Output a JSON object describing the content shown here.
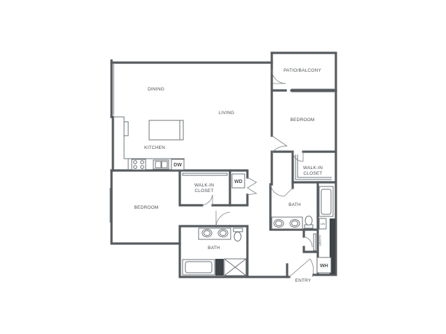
{
  "rooms": {
    "patio": "PATIO/BALCONY",
    "dining": "DINING",
    "living": "LIVING",
    "bedroom_right": "BEDROOM",
    "kitchen": "KITCHEN",
    "walkin_right_l1": "WALK-IN",
    "walkin_right_l2": "CLOSET",
    "walkin_center_l1": "WALK-IN",
    "walkin_center_l2": "CLOSET",
    "bedroom_left": "BEDROOM",
    "bath_right": "BATH",
    "bath_center": "BATH",
    "closet": "CLOSET",
    "entry": "ENTRY"
  },
  "fixtures": {
    "dishwasher": "DW",
    "washer_dryer": "WD",
    "water_heater": "WH",
    "linen": "LIN"
  },
  "colors": {
    "wall": "#555a5e",
    "fixture_line": "#6b7074",
    "label": "#4a4f53",
    "shower_dark": "#3f4448"
  }
}
